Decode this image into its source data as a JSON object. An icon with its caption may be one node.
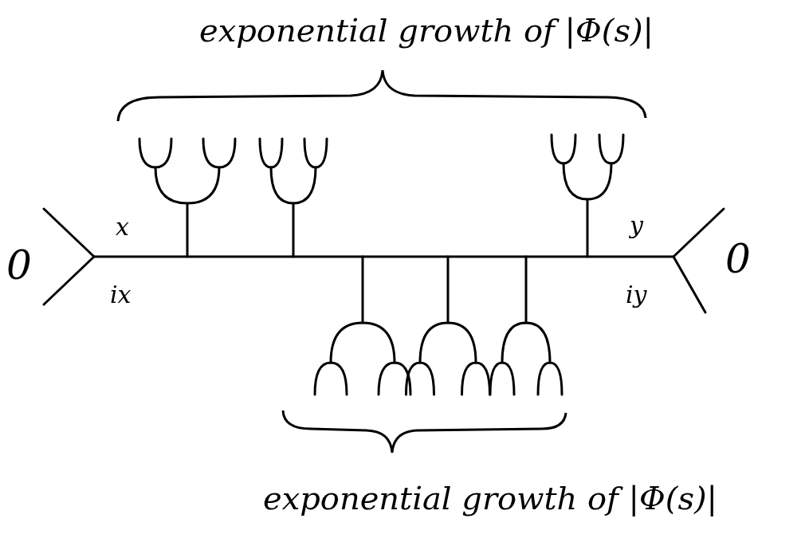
{
  "diagram": {
    "labels": [
      "exponential growth of |Φ(s)|",
      "x",
      "y",
      "0",
      "0",
      "ix",
      "iy",
      "exponential growth of |Φ(s)|"
    ]
  }
}
